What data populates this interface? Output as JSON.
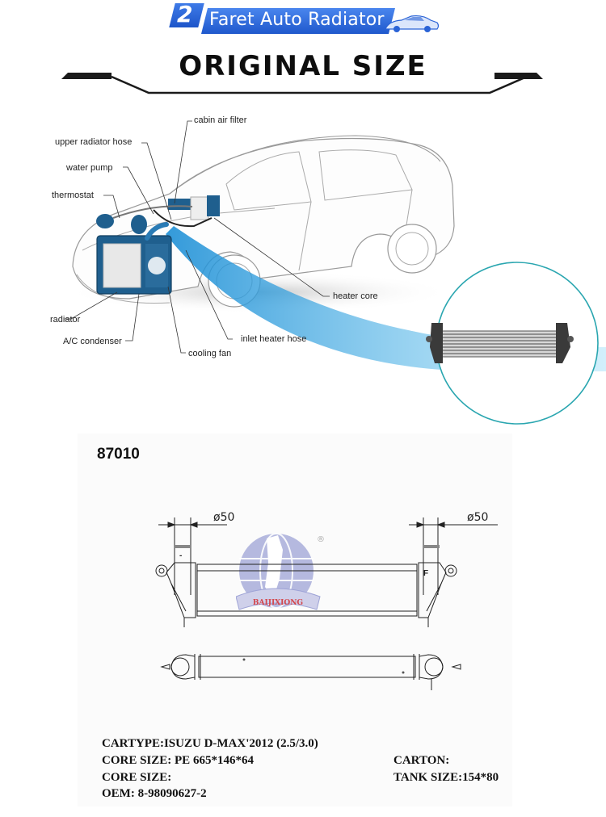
{
  "banner": {
    "number": "2",
    "title": "Faret Auto Radiator",
    "icon": "car-icon",
    "colors": {
      "primary": "#2a63d6",
      "text": "#ffffff"
    }
  },
  "heading": {
    "title": "ORIGINAL SIZE",
    "color": "#0e0e0e"
  },
  "car_diagram": {
    "callouts": [
      {
        "id": "cabin-air-filter",
        "label": "cabin air filter"
      },
      {
        "id": "upper-radiator-hose",
        "label": "upper radiator hose"
      },
      {
        "id": "water-pump",
        "label": "water pump"
      },
      {
        "id": "thermostat",
        "label": "thermostat"
      },
      {
        "id": "heater-core",
        "label": "heater core"
      },
      {
        "id": "radiator",
        "label": "radiator"
      },
      {
        "id": "ac-condenser",
        "label": "A/C condenser"
      },
      {
        "id": "inlet-heater-hose",
        "label": "inlet heater hose"
      },
      {
        "id": "cooling-fan",
        "label": "cooling fan"
      }
    ],
    "highlight_color": "#1f5f8e",
    "beam_color": "#2fb2e8",
    "zoom_circle_color": "#2aa6b0"
  },
  "product": {
    "part_number": "87010",
    "drawing": {
      "left_diameter": "ø50",
      "right_diameter": "ø50",
      "tank_mark_left": "-",
      "tank_mark_right": "F",
      "watermark_text": "BAIJIXIONG",
      "registered_mark": "®"
    },
    "specs": {
      "cartype": "CARTYPE:ISUZU D-MAX'2012 (2.5/3.0)",
      "core_size_1": "CORE SIZE: PE 665*146*64",
      "core_size_2": "CORE SIZE:",
      "oem": "OEM: 8-98090627-2",
      "carton": "CARTON:",
      "tank_size": "TANK SIZE:154*80"
    }
  }
}
